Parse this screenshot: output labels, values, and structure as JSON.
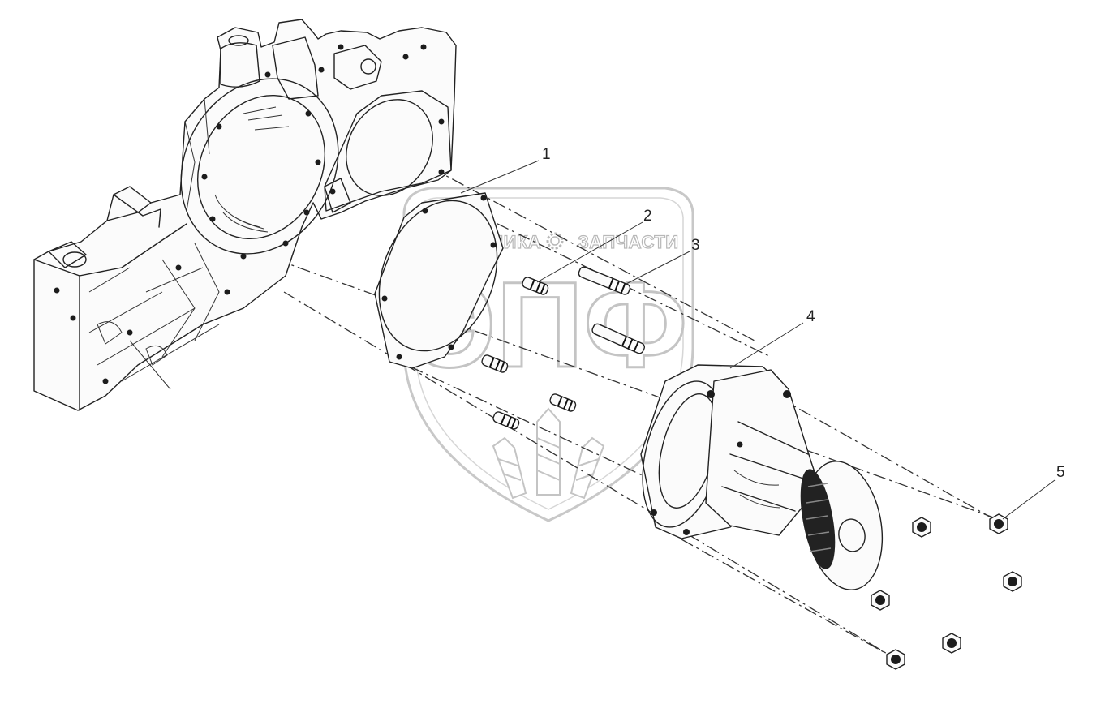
{
  "watermark": {
    "left_text": "ТЕХНИКА",
    "right_text": "ЗАПЧАСТИ",
    "logo_letters": "ЭПФ",
    "gear_icon": "gear-icon",
    "wheat_icon": "wheat-ears-icon",
    "shield_icon": "shield-outline-icon",
    "stroke_color": "#c4c4c4"
  },
  "callouts": [
    {
      "number": "1"
    },
    {
      "number": "2"
    },
    {
      "number": "3"
    },
    {
      "number": "4"
    },
    {
      "number": "5"
    }
  ],
  "line_color": "#222222"
}
